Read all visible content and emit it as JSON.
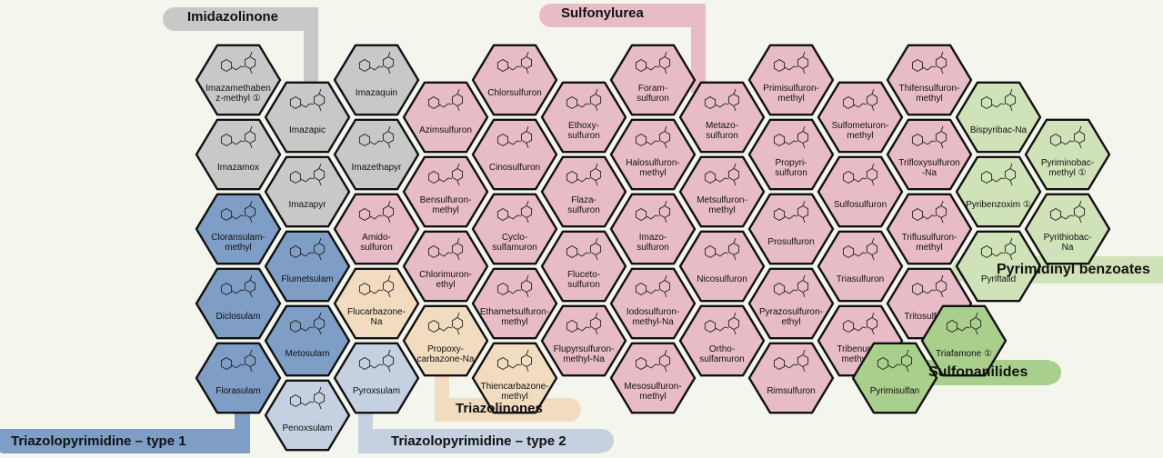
{
  "colors": {
    "background": "#f4f6ee",
    "imidazolinone": "#c8c8c8",
    "sulfonylurea": "#e8bcc6",
    "triazolopyrimidine_type1": "#7e9ec5",
    "triazolopyrimidine_type2": "#c5d0e0",
    "triazolinones": "#f2dcc0",
    "pyrimidinyl_benzoates": "#cfe2b8",
    "sulfonanilides": "#a9cf8c",
    "hex_stroke": "#111111"
  },
  "class_labels": [
    {
      "key": "imidazolinone",
      "text": "Imidazolinone"
    },
    {
      "key": "sulfonylurea",
      "text": "Sulfonylurea"
    },
    {
      "key": "triazolinones",
      "text": "Triazolinones"
    },
    {
      "key": "triazolopyrimidine_type1",
      "text": "Triazolopyrimidine – type 1"
    },
    {
      "key": "triazolopyrimidine_type2",
      "text": "Triazolopyrimidine – type 2"
    },
    {
      "key": "pyrimidinyl_benzoates",
      "text": "Pyrimidinyl benzoates"
    },
    {
      "key": "sulfonanilides",
      "text": "Sulfonanilides"
    }
  ],
  "compounds": [
    {
      "name": [
        "Imazamethaben",
        "z-methyl"
      ],
      "badge": "①",
      "cls": "imidazolinone"
    },
    {
      "name": [
        "Imazamox"
      ],
      "cls": "imidazolinone"
    },
    {
      "name": [
        "Cloransulam-",
        "methyl"
      ],
      "cls": "triazolopyrimidine_type1"
    },
    {
      "name": [
        "Diclosulam"
      ],
      "cls": "triazolopyrimidine_type1"
    },
    {
      "name": [
        "Florasulam"
      ],
      "cls": "triazolopyrimidine_type1"
    },
    {
      "name": [
        "Imazapic"
      ],
      "cls": "imidazolinone"
    },
    {
      "name": [
        "Imazapyr"
      ],
      "cls": "imidazolinone"
    },
    {
      "name": [
        "Flumetsulam"
      ],
      "cls": "triazolopyrimidine_type1"
    },
    {
      "name": [
        "Metosulam"
      ],
      "cls": "triazolopyrimidine_type1"
    },
    {
      "name": [
        "Penoxsulam"
      ],
      "cls": "triazolopyrimidine_type2"
    },
    {
      "name": [
        "Imazaquin"
      ],
      "cls": "imidazolinone"
    },
    {
      "name": [
        "Imazethapyr"
      ],
      "cls": "imidazolinone"
    },
    {
      "name": [
        "Amido-",
        "sulfuron"
      ],
      "cls": "sulfonylurea"
    },
    {
      "name": [
        "Flucarbazone-",
        "Na"
      ],
      "cls": "triazolinones"
    },
    {
      "name": [
        "Pyroxsulam"
      ],
      "cls": "triazolopyrimidine_type2"
    },
    {
      "name": [
        "Azimsulfuron"
      ],
      "cls": "sulfonylurea"
    },
    {
      "name": [
        "Bensulfuron-",
        "methyl"
      ],
      "cls": "sulfonylurea"
    },
    {
      "name": [
        "Chlorimuron-",
        "ethyl"
      ],
      "cls": "sulfonylurea"
    },
    {
      "name": [
        "Propoxy-",
        "carbazone-Na"
      ],
      "cls": "triazolinones"
    },
    {
      "name": [
        "Chlorsulfuron"
      ],
      "cls": "sulfonylurea"
    },
    {
      "name": [
        "Cinosulfuron"
      ],
      "cls": "sulfonylurea"
    },
    {
      "name": [
        "Cyclo-",
        "sulfamuron"
      ],
      "cls": "sulfonylurea"
    },
    {
      "name": [
        "Ethametsulfuron-",
        "methyl"
      ],
      "cls": "sulfonylurea"
    },
    {
      "name": [
        "Thiencarbazone-",
        "methyl"
      ],
      "cls": "triazolinones"
    },
    {
      "name": [
        "Ethoxy-",
        "sulfuron"
      ],
      "cls": "sulfonylurea"
    },
    {
      "name": [
        "Flaza-",
        "sulfuron"
      ],
      "cls": "sulfonylurea"
    },
    {
      "name": [
        "Fluceto-",
        "sulfuron"
      ],
      "cls": "sulfonylurea"
    },
    {
      "name": [
        "Flupyrsulfuron-",
        "methyl-Na"
      ],
      "cls": "sulfonylurea"
    },
    {
      "name": [
        "Foram-",
        "sulfuron"
      ],
      "cls": "sulfonylurea"
    },
    {
      "name": [
        "Halosulfuron-",
        "methyl"
      ],
      "cls": "sulfonylurea"
    },
    {
      "name": [
        "Imazo-",
        "sulfuron"
      ],
      "cls": "sulfonylurea"
    },
    {
      "name": [
        "Iodosulfuron-",
        "methyl-Na"
      ],
      "cls": "sulfonylurea"
    },
    {
      "name": [
        "Mesosulfuron-",
        "methyl"
      ],
      "cls": "sulfonylurea"
    },
    {
      "name": [
        "Metazo-",
        "sulfuron"
      ],
      "cls": "sulfonylurea"
    },
    {
      "name": [
        "Metsulfuron-",
        "methyl"
      ],
      "cls": "sulfonylurea"
    },
    {
      "name": [
        "Nicosulfuron"
      ],
      "cls": "sulfonylurea"
    },
    {
      "name": [
        "Ortho-",
        "sulfamuron"
      ],
      "cls": "sulfonylurea"
    },
    {
      "name": [
        "Primisulfuron-",
        "methyl"
      ],
      "cls": "sulfonylurea"
    },
    {
      "name": [
        "Propyri-",
        "sulfuron"
      ],
      "cls": "sulfonylurea"
    },
    {
      "name": [
        "Prosulfuron"
      ],
      "cls": "sulfonylurea"
    },
    {
      "name": [
        "Pyrazosulfuron-",
        "ethyl"
      ],
      "cls": "sulfonylurea"
    },
    {
      "name": [
        "Rimsulfuron"
      ],
      "cls": "sulfonylurea"
    },
    {
      "name": [
        "Sulfometuron-",
        "methyl"
      ],
      "cls": "sulfonylurea"
    },
    {
      "name": [
        "Sulfosulfuron"
      ],
      "cls": "sulfonylurea"
    },
    {
      "name": [
        "Triasulfuron"
      ],
      "cls": "sulfonylurea"
    },
    {
      "name": [
        "Tribenuron-",
        "methyl"
      ],
      "badge": "①",
      "cls": "sulfonylurea"
    },
    {
      "name": [
        "Thifensulfuron-",
        "methyl"
      ],
      "cls": "sulfonylurea"
    },
    {
      "name": [
        "Trifloxysulfuron",
        "-Na"
      ],
      "cls": "sulfonylurea"
    },
    {
      "name": [
        "Triflusulfuron-",
        "methyl"
      ],
      "cls": "sulfonylurea"
    },
    {
      "name": [
        "Tritosulfuron"
      ],
      "cls": "sulfonylurea"
    },
    {
      "name": [
        "Pyrimisulfan"
      ],
      "cls": "sulfonanilides"
    },
    {
      "name": [
        "Bispyribac-Na"
      ],
      "cls": "pyrimidinyl_benzoates"
    },
    {
      "name": [
        "Pyribenzoxim"
      ],
      "badge": "①",
      "cls": "pyrimidinyl_benzoates"
    },
    {
      "name": [
        "Pyriftalid"
      ],
      "cls": "pyrimidinyl_benzoates"
    },
    {
      "name": [
        "Triafamone"
      ],
      "badge": "①",
      "cls": "sulfonanilides"
    },
    {
      "name": [
        "Pyriminobac-",
        "methyl"
      ],
      "badge": "①",
      "cls": "pyrimidinyl_benzoates"
    },
    {
      "name": [
        "Pyrithiobac-",
        "Na"
      ],
      "cls": "pyrimidinyl_benzoates"
    }
  ]
}
